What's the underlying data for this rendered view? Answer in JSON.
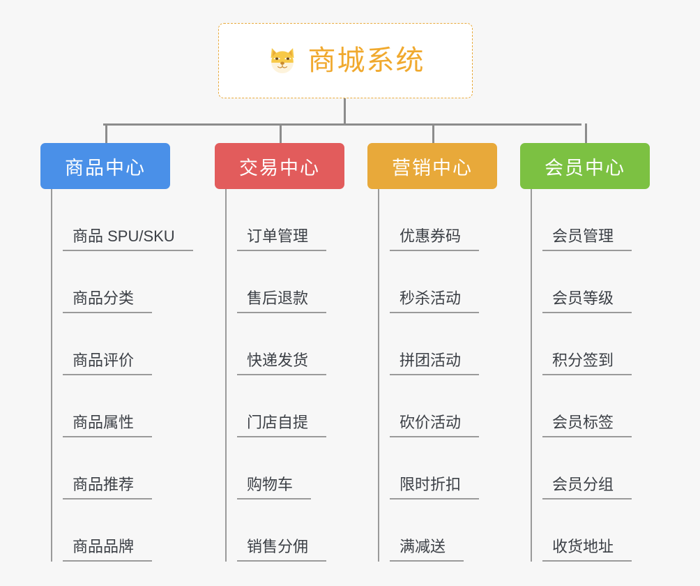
{
  "diagram": {
    "type": "mindmap-tree",
    "background_color": "#f7f7f7",
    "root": {
      "title": "商城系统",
      "icon": "shiba-dog-face-emoji",
      "text_color": "#f0a92e",
      "border_color": "#e8a93a",
      "background_color": "#ffffff"
    },
    "branches": [
      {
        "label": "商品中心",
        "color": "#4a90e8",
        "items": [
          "商品 SPU/SKU",
          "商品分类",
          "商品评价",
          "商品属性",
          "商品推荐",
          "商品品牌"
        ]
      },
      {
        "label": "交易中心",
        "color": "#e25c5c",
        "items": [
          "订单管理",
          "售后退款",
          "快递发货",
          "门店自提",
          "购物车",
          "销售分佣"
        ]
      },
      {
        "label": "营销中心",
        "color": "#e8a93a",
        "items": [
          "优惠券码",
          "秒杀活动",
          "拼团活动",
          "砍价活动",
          "限时折扣",
          "满减送"
        ]
      },
      {
        "label": "会员中心",
        "color": "#7cc142",
        "items": [
          "会员管理",
          "会员等级",
          "积分签到",
          "会员标签",
          "会员分组",
          "收货地址"
        ]
      }
    ],
    "connector_color": "#8c8c8c",
    "leaf_line_color": "#9a9a9a",
    "leaf_text_color": "#3b3f45"
  }
}
